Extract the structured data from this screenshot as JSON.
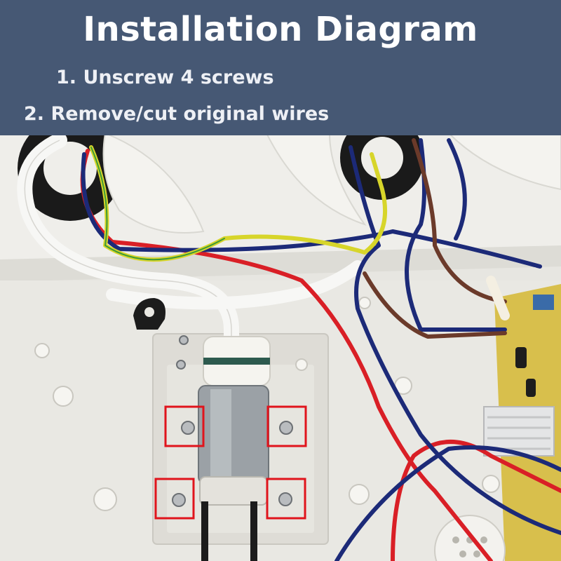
{
  "header": {
    "title": "Installation Diagram",
    "steps": [
      "1. Unscrew 4 screws",
      "2. Remove/cut original wires"
    ]
  },
  "photo": {
    "subject": "water-pump-mounted-on-base-plate",
    "screw_count": 4
  },
  "colors": {
    "banner": "#465874",
    "banner_text": "#ffffff",
    "highlight_box": "#e0141c",
    "wire_red": "#d91f26",
    "wire_blue": "#1c2a78",
    "wire_green_yellow": "#d7d52a",
    "wire_brown": "#6b3a2a",
    "pcb": "#d8bf4c"
  }
}
